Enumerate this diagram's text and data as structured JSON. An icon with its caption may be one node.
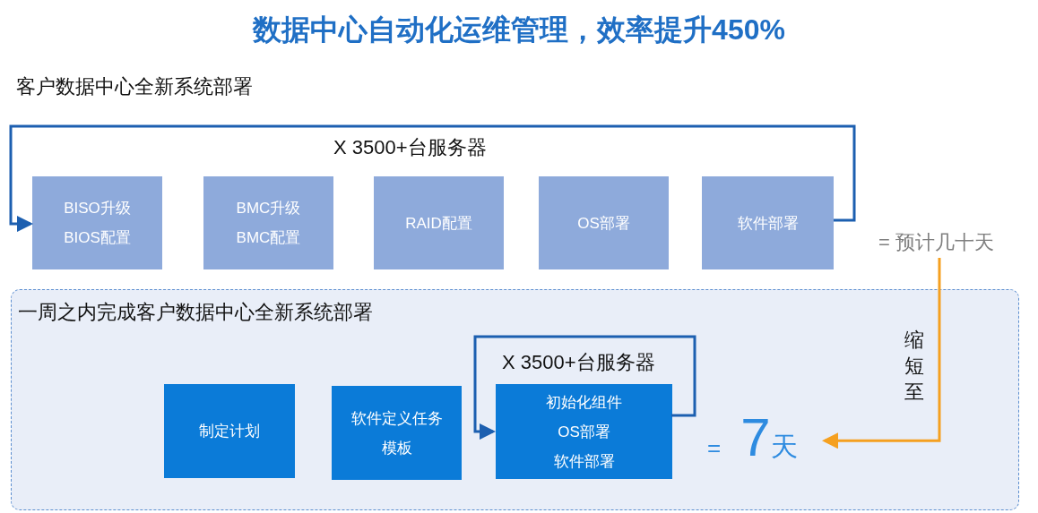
{
  "diagram": {
    "title": "数据中心自动化运维管理，效率提升450%",
    "nodes": [
      {
        "text": [
          "BISO升级",
          "BIOS配置"
        ]
      },
      {
        "text": [
          "BMC升级",
          "BMC配置"
        ]
      },
      {
        "text": [
          "RAID配置"
        ]
      },
      {
        "text": [
          "OS部署"
        ]
      },
      {
        "text": [
          "软件部署"
        ]
      },
      {
        "text": [
          "= 预计几十天"
        ]
      },
      {
        "text": [
          "一周之内完成客户数据中心全新系统部署"
        ]
      },
      {
        "text": [
          "制定计划"
        ],
        "in": 6
      },
      {
        "text": [
          "软件定义任务模板"
        ],
        "in": 6
      },
      {
        "text": [
          "初始化组件",
          "OS部署",
          "软件部署"
        ],
        "in": 6
      },
      {
        "text": [
          "=",
          "7",
          "天"
        ],
        "in": 6
      }
    ],
    "edges": [
      {
        "from": 4,
        "to": 0,
        "arrow": "to",
        "label": "X 3500+台服务器"
      },
      {
        "from": 9,
        "to": 9,
        "arrow": "to",
        "label": "X 3500+台服务器"
      },
      {
        "from": 5,
        "to": 10,
        "arrow": "to",
        "label": "缩短至",
        "color": "#f5a020"
      }
    ],
    "labels": [
      "客户数据中心全新系统部署"
    ]
  }
}
